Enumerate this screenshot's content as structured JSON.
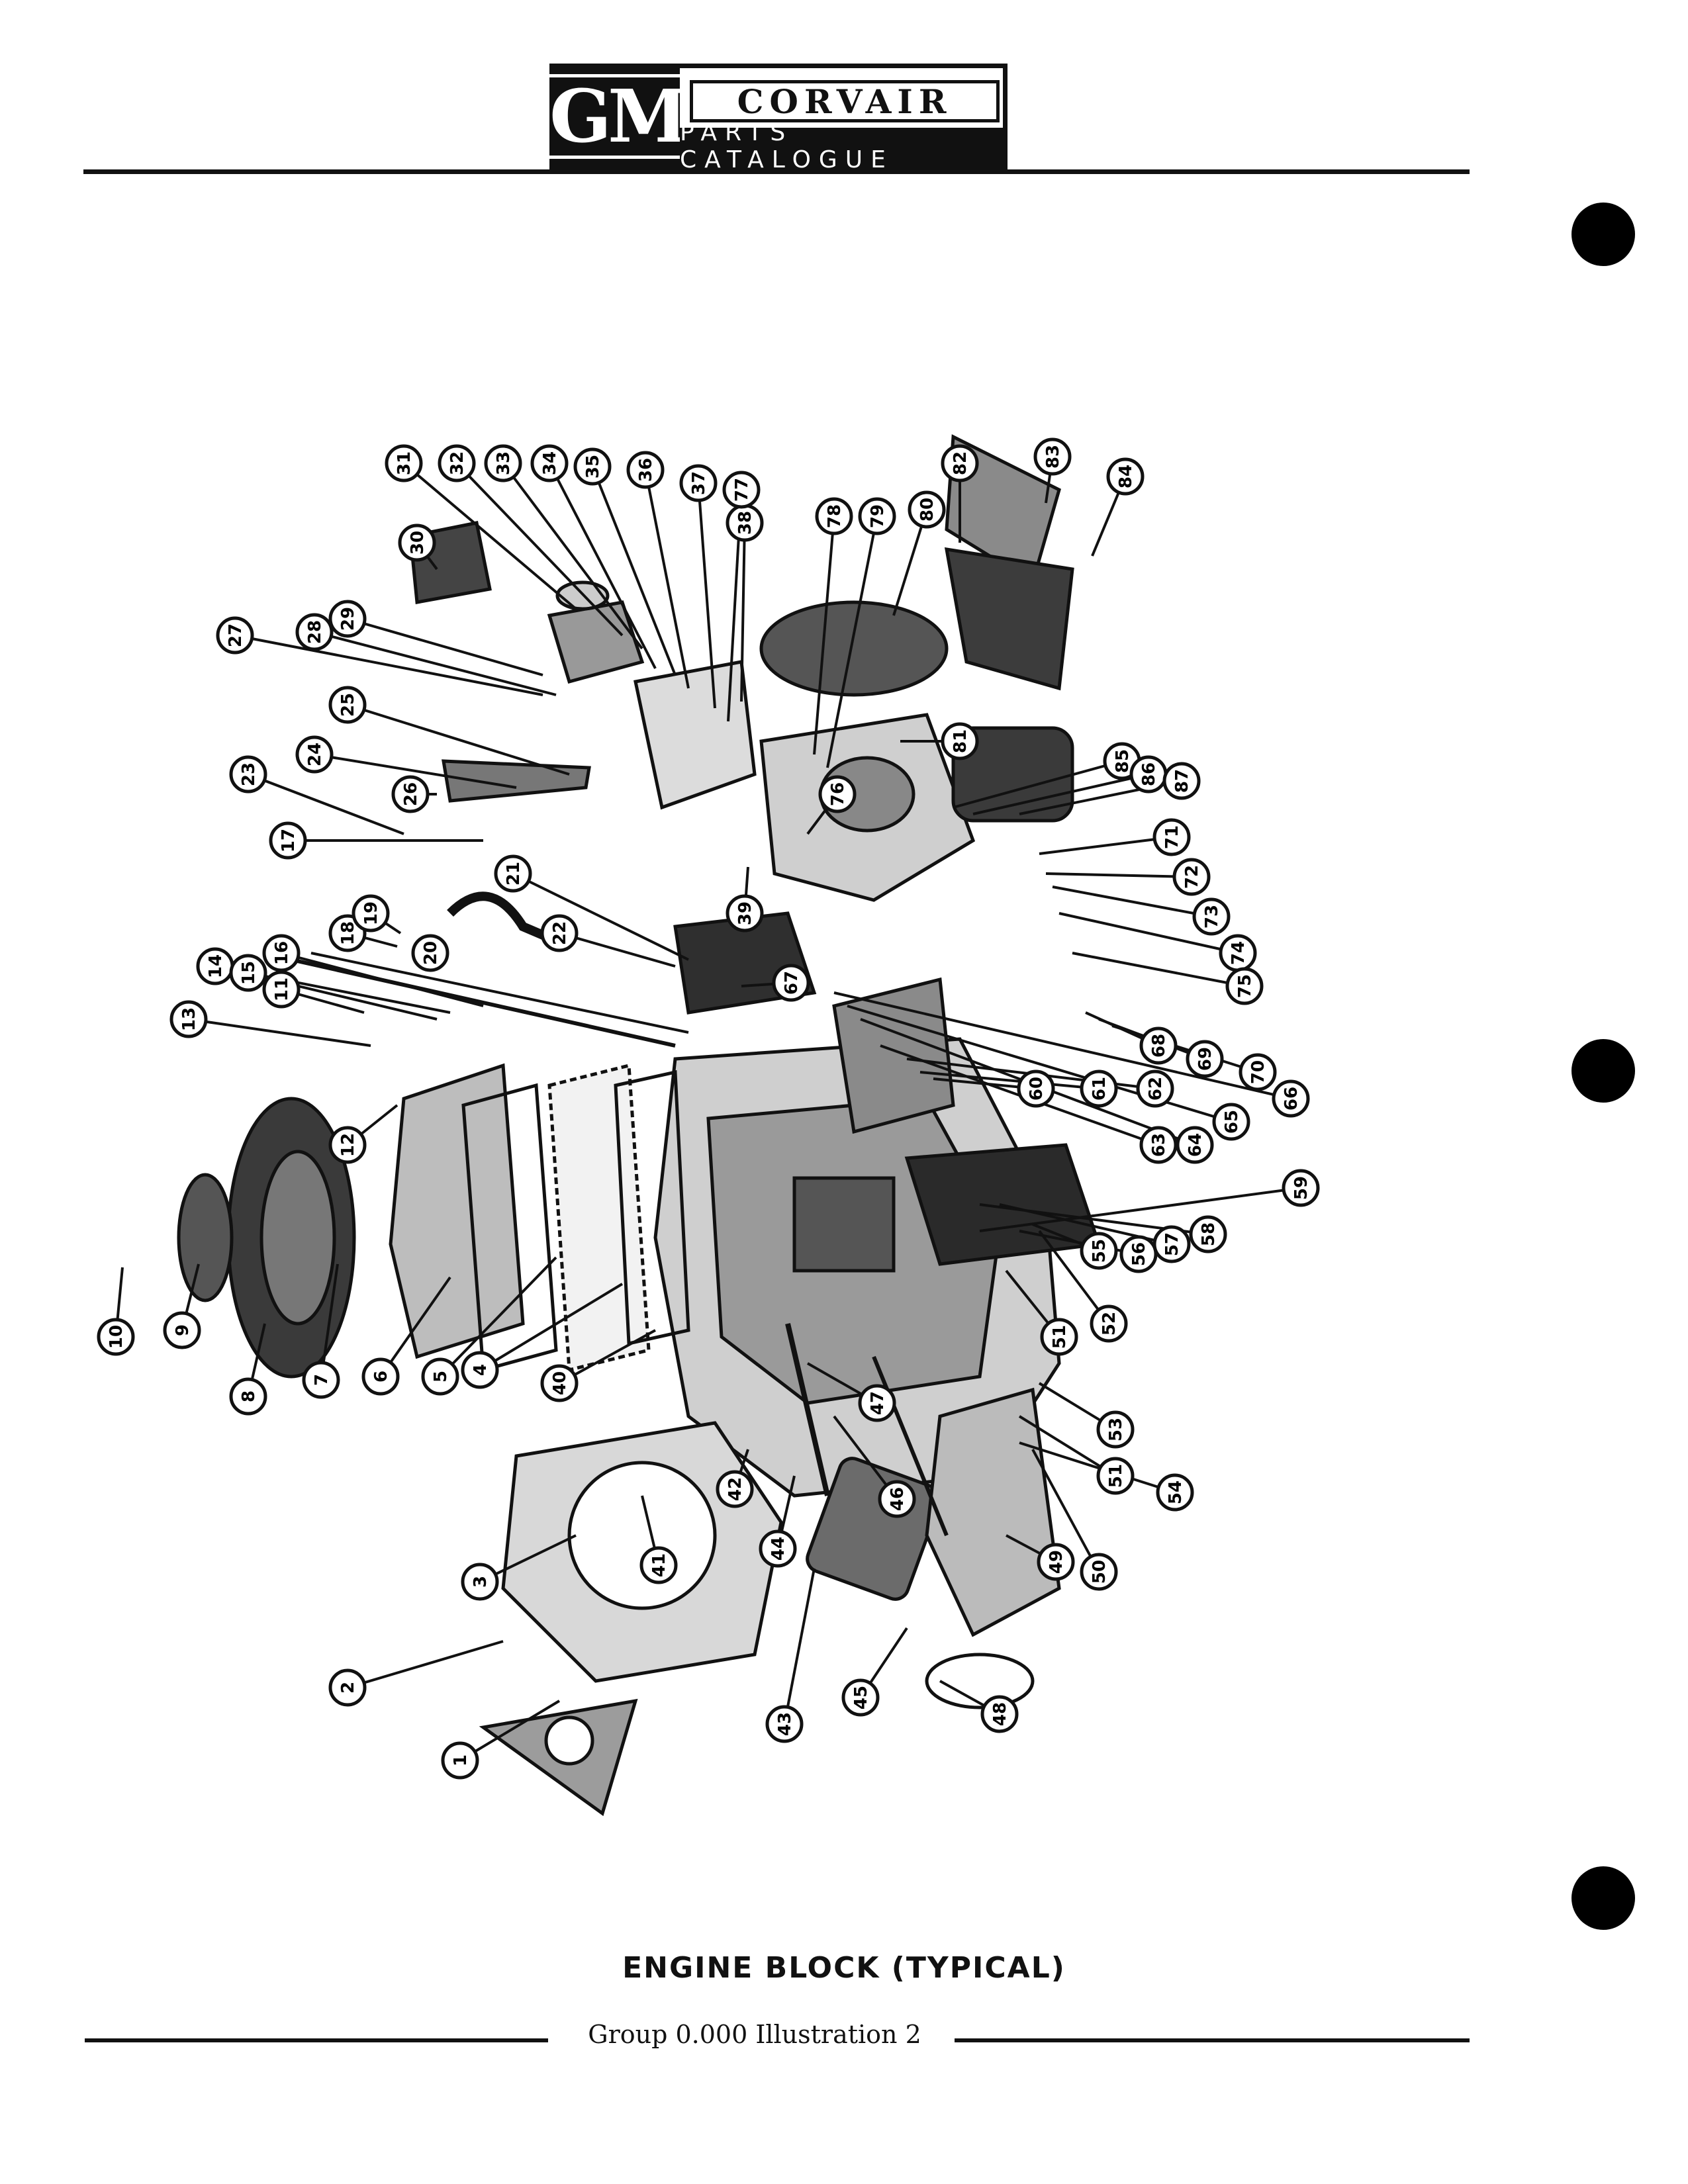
{
  "header": {
    "logo": "GM",
    "brand": "CORVAIR",
    "subtitle": "PARTS CATALOGUE"
  },
  "caption": "ENGINE BLOCK (TYPICAL)",
  "footer": {
    "text": "Group 0.000 Illustration 2"
  },
  "diagram": {
    "part_numbers": [
      "1",
      "2",
      "3",
      "4",
      "5",
      "6",
      "7",
      "8",
      "9",
      "10",
      "11",
      "12",
      "13",
      "14",
      "15",
      "16",
      "17",
      "18",
      "19",
      "20",
      "21",
      "22",
      "23",
      "24",
      "25",
      "26",
      "27",
      "28",
      "29",
      "30",
      "31",
      "32",
      "33",
      "34",
      "35",
      "36",
      "37",
      "38",
      "39",
      "40",
      "41",
      "42",
      "43",
      "44",
      "45",
      "46",
      "47",
      "48",
      "49",
      "50",
      "51",
      "51",
      "52",
      "53",
      "54",
      "55",
      "56",
      "57",
      "58",
      "59",
      "60",
      "61",
      "62",
      "63",
      "64",
      "65",
      "66",
      "67",
      "68",
      "69",
      "70",
      "71",
      "72",
      "73",
      "74",
      "75",
      "76",
      "77",
      "78",
      "79",
      "80",
      "81",
      "82",
      "83",
      "84",
      "85",
      "86",
      "87"
    ]
  }
}
